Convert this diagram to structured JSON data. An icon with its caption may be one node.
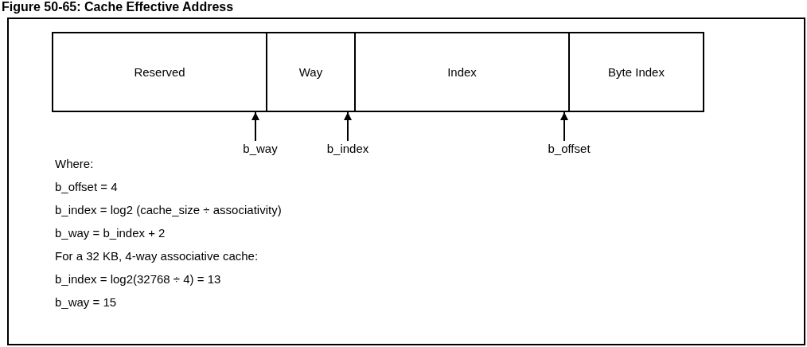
{
  "diagram": {
    "title": "Figure 50-65: Cache Effective Address",
    "nodes": [
      {
        "text": [
          "Reserved"
        ]
      },
      {
        "text": [
          "Way"
        ]
      },
      {
        "text": [
          "Index"
        ]
      },
      {
        "text": [
          "Byte Index"
        ]
      },
      {
        "text": [
          "b_way"
        ]
      },
      {
        "text": [
          "b_index"
        ]
      },
      {
        "text": [
          "b_offset"
        ]
      }
    ],
    "edges": [
      {
        "from": 4,
        "to": 0,
        "arrow": "to"
      },
      {
        "from": 5,
        "to": 1,
        "arrow": "to"
      },
      {
        "from": 6,
        "to": 2,
        "arrow": "to"
      }
    ],
    "labels": [
      "Where:",
      "b_offset = 4",
      "b_index = log2 (cache_size ÷ associativity)",
      "b_way = b_index + 2",
      "For a 32 KB, 4-way associative cache:",
      "b_index = log2(32768 ÷ 4) = 13",
      "b_way = 15"
    ]
  }
}
